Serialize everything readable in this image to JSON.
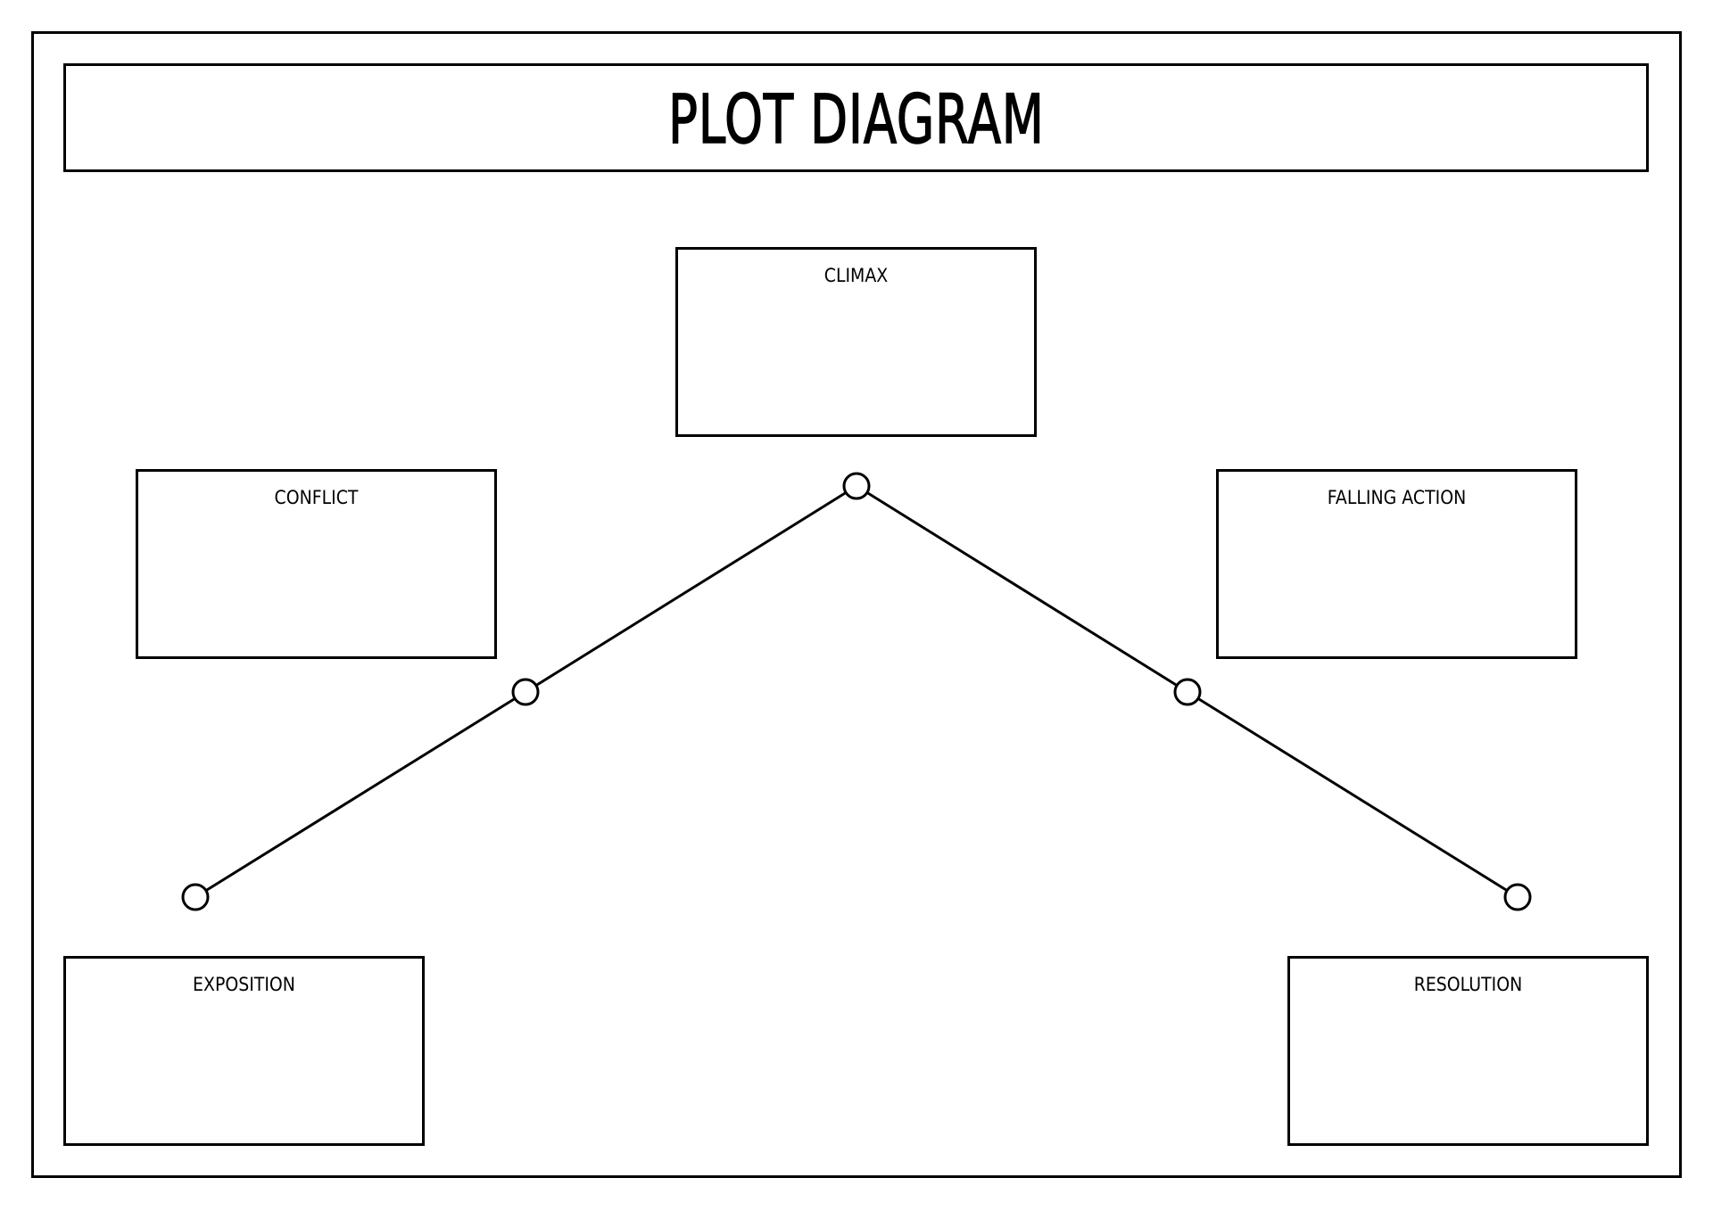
{
  "title": "PLOT DIAGRAM",
  "sections": {
    "climax": {
      "label": "CLIMAX"
    },
    "conflict": {
      "label": "CONFLICT"
    },
    "falling_action": {
      "label": "FALLING ACTION"
    },
    "exposition": {
      "label": "EXPOSITION"
    },
    "resolution": {
      "label": "RESOLUTION"
    }
  },
  "colors": {
    "stroke": "#000000",
    "background": "#ffffff"
  },
  "icons": {
    "plot_point": "hollow-circle-marker"
  }
}
